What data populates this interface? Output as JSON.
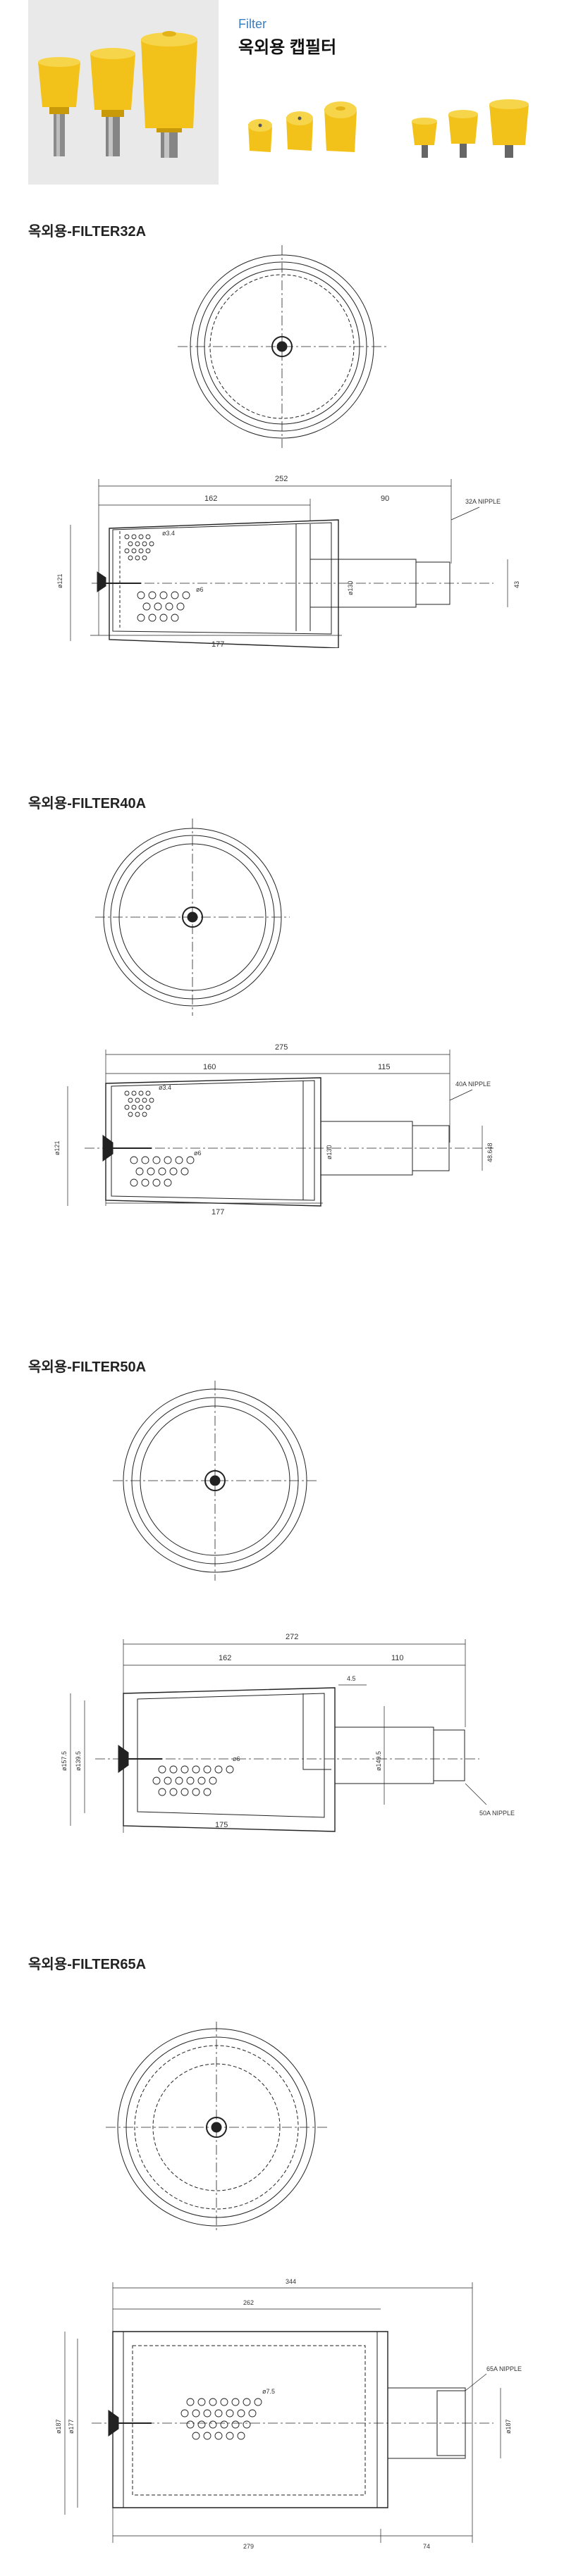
{
  "header": {
    "category": "Filter",
    "title": "옥외용 캡필터"
  },
  "colors": {
    "cap": "#f2c21b",
    "cap_dark": "#c89a0a",
    "accent": "#3a7ec4"
  },
  "sections": [
    {
      "title": "옥외용-FILTER32A",
      "dims": {
        "total": "252",
        "body": "162",
        "pipe": "90",
        "bottom": "177",
        "hole_a": "ø3.4",
        "hole_b": "ø6",
        "left_dia": "ø121",
        "inner_dia": "ø130",
        "right": "43",
        "nipple": "32A NIPPLE"
      }
    },
    {
      "title": "옥외용-FILTER40A",
      "dims": {
        "total": "275",
        "body": "160",
        "pipe": "115",
        "bottom": "177",
        "hole_a": "ø3.4",
        "hole_b": "ø6",
        "left_dia": "ø121",
        "inner_dia": "ø130",
        "right": "48.648",
        "nipple": "40A NIPPLE"
      }
    },
    {
      "title": "옥외용-FILTER50A",
      "dims": {
        "total": "272",
        "body": "162",
        "pipe": "110",
        "offset": "4.5",
        "bottom": "175",
        "hole_b": "ø6",
        "left_dia_a": "ø157.5",
        "left_dia_b": "ø139.5",
        "inner_dia": "ø149.5",
        "nipple": "50A NIPPLE"
      }
    },
    {
      "title": "옥외용-FILTER65A",
      "dims": {
        "total": "344",
        "body": "262",
        "bottom_a": "279",
        "bottom_b": "74",
        "hole_b": "ø7.5",
        "left_dia_a": "ø187",
        "left_dia_b": "ø177",
        "right_dia": "ø187",
        "nipple": "65A NIPPLE"
      }
    }
  ]
}
